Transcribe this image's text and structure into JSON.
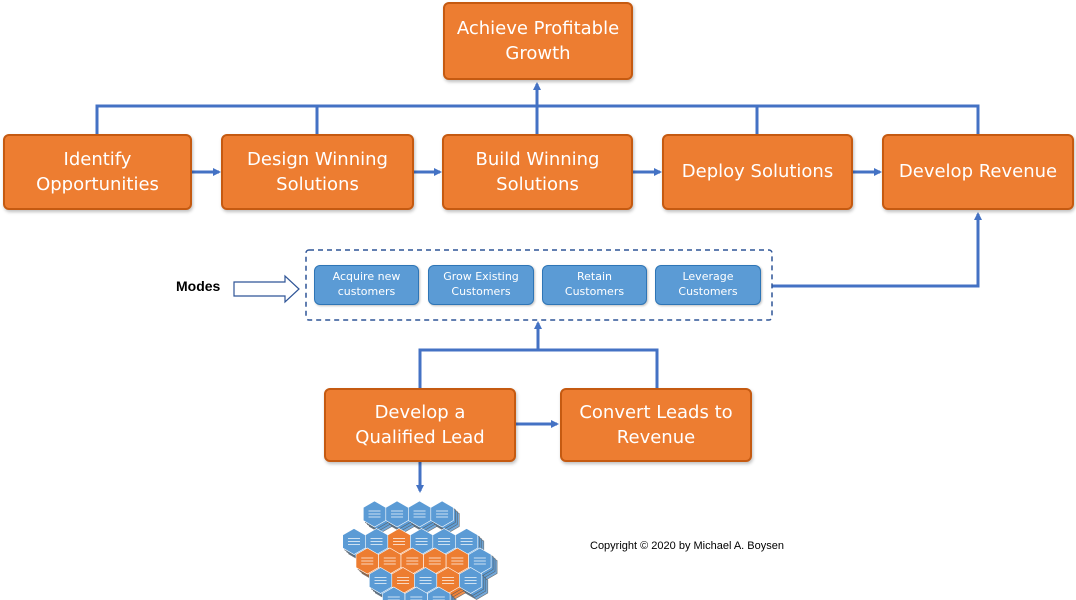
{
  "goal": "Achieve Profitable\nGrowth",
  "stages": [
    "Identify\nOpportunities",
    "Design Winning\nSolutions",
    "Build Winning\nSolutions",
    "Deploy Solutions",
    "Develop Revenue"
  ],
  "modes_label": "Modes",
  "modes": [
    "Acquire new\ncustomers",
    "Grow Existing\nCustomers",
    "Retain\nCustomers",
    "Leverage\nCustomers"
  ],
  "lead_steps": [
    "Develop a\nQualified Lead",
    "Convert Leads to\nRevenue"
  ],
  "copyright": "Copyright © 2020 by Michael A. Boysen",
  "colors": {
    "orange": "#ed7d31",
    "blue": "#5b9bd5",
    "connector": "#4472c4",
    "dashed_border": "#2f5597"
  }
}
